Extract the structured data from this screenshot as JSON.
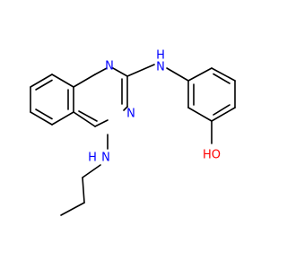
{
  "molecule": {
    "atoms": {
      "n1": {
        "text": "N",
        "color": "#0000ff"
      },
      "n3": {
        "text": "N",
        "color": "#0000ff"
      },
      "nh_top": {
        "text": "H",
        "color": "#0000ff"
      },
      "n_top": {
        "text": "N",
        "color": "#0000ff"
      },
      "nh_bottom": {
        "text": "H",
        "color": "#0000ff"
      },
      "n_bottom": {
        "text": "N",
        "color": "#0000ff"
      },
      "hydroxyl": {
        "text": "HO",
        "color": "#ff0000"
      }
    },
    "bond_color": "#000000"
  }
}
